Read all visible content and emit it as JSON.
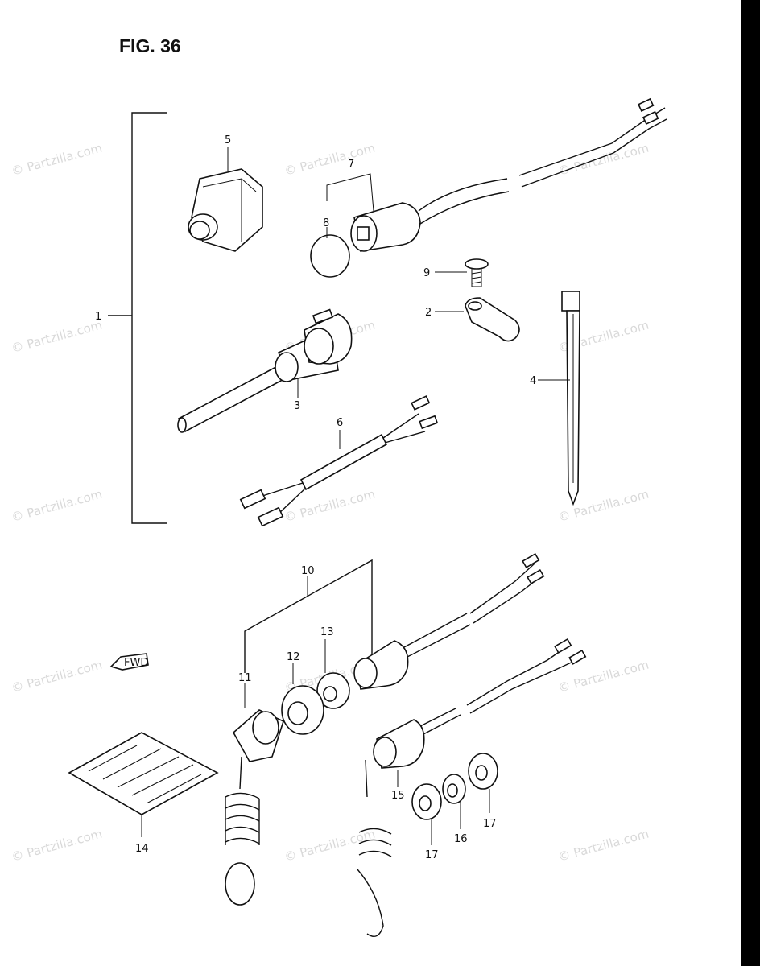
{
  "figure": {
    "title": "FIG. 36"
  },
  "watermark": {
    "text": "© Partzilla.com"
  },
  "callouts": {
    "c1": "1",
    "c2": "2",
    "c3": "3",
    "c4": "4",
    "c5": "5",
    "c6": "6",
    "c7": "7",
    "c8": "8",
    "c9": "9",
    "c10": "10",
    "c11": "11",
    "c12": "12",
    "c13": "13",
    "c14": "14",
    "c15": "15",
    "c16": "16",
    "c17a": "17",
    "c17b": "17"
  },
  "direction_marker": {
    "text": "FWD"
  },
  "colors": {
    "line": "#111111",
    "watermark": "#d9d9d9",
    "edge_bar": "#000000"
  }
}
